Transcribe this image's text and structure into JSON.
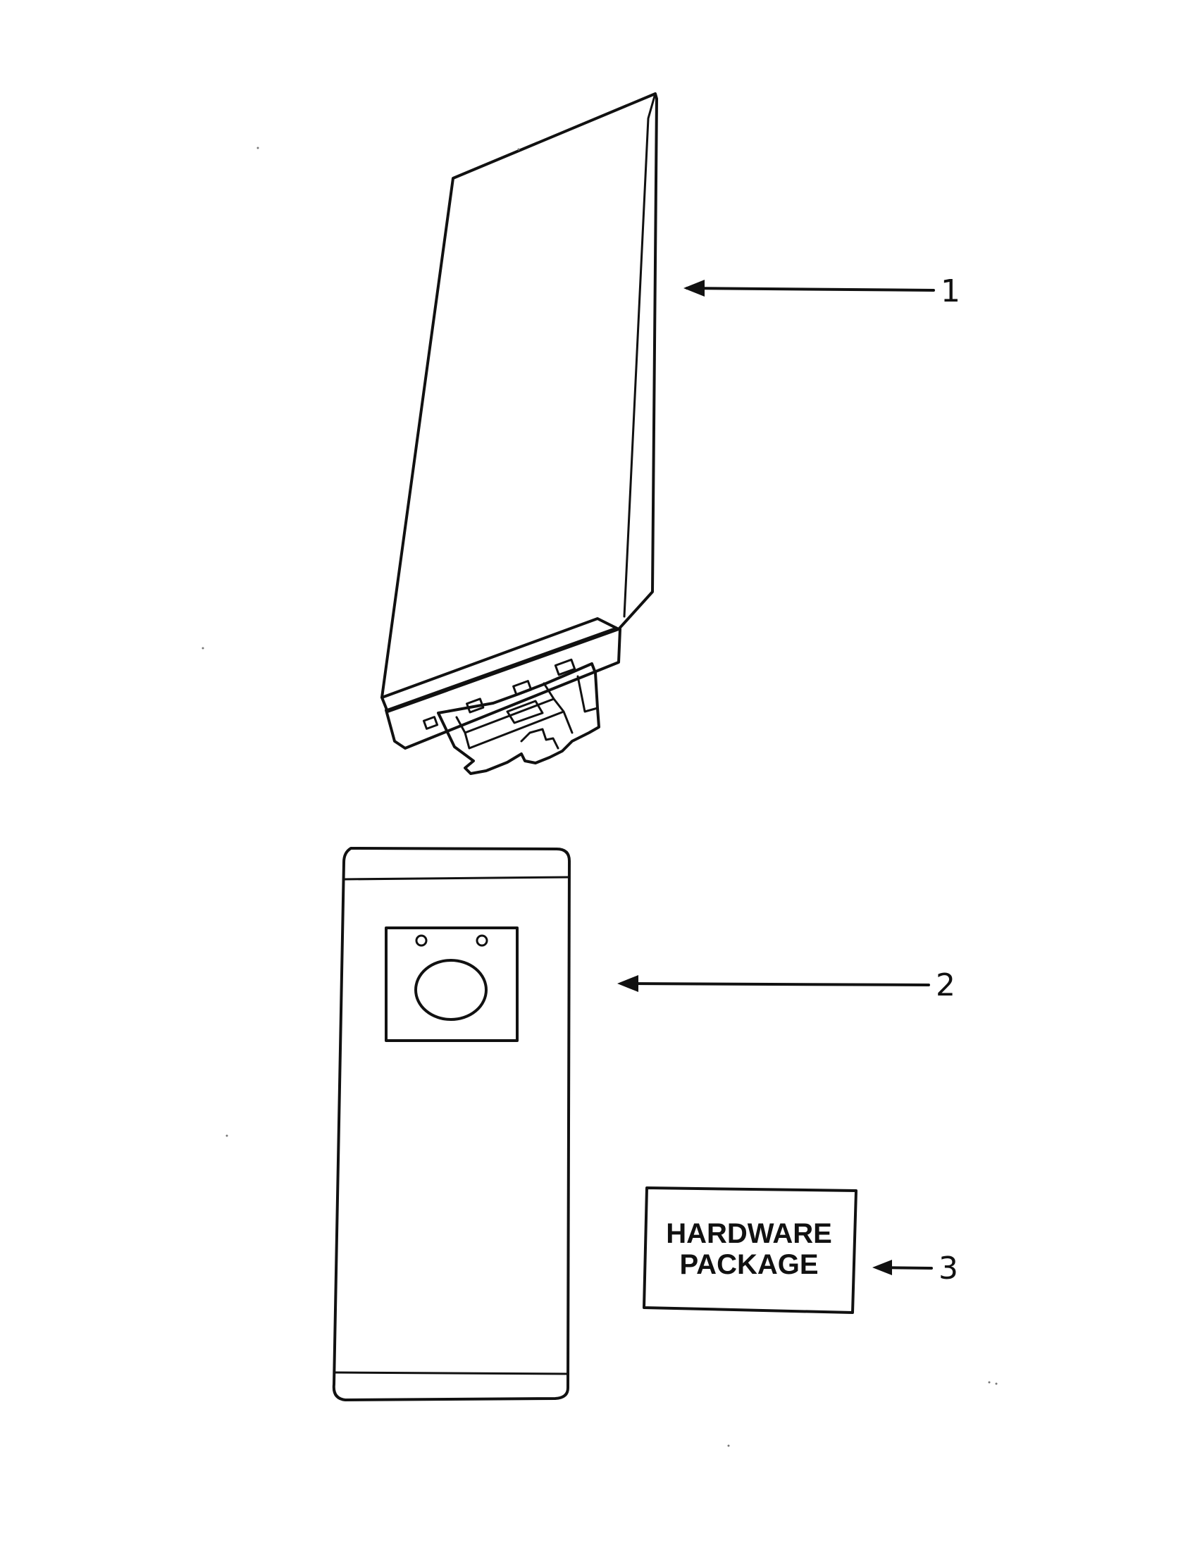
{
  "callouts": [
    {
      "number": "1"
    },
    {
      "number": "2"
    },
    {
      "number": "3"
    }
  ],
  "hardware_package": {
    "line1": "HARDWARE",
    "line2": "PACKAGE"
  }
}
